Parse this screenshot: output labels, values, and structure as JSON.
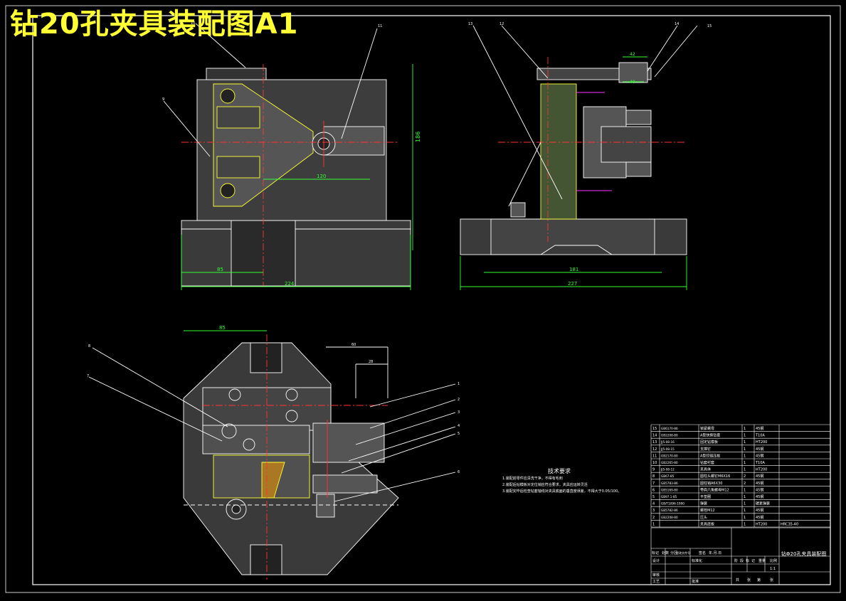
{
  "title": "钻20孔夹具装配图A1",
  "dimensions": {
    "front_height": "186",
    "front_center_dist": "120",
    "front_left": "85",
    "front_width": "224",
    "side_inner": "181",
    "side_width": "227",
    "plan_top": "85",
    "plan_right_a": "60",
    "plan_right_b": "28",
    "side_top_a": "42",
    "side_top_b": "40"
  },
  "balloons": {
    "front": [
      "10",
      "9",
      "11"
    ],
    "side": [
      "13",
      "12",
      "14",
      "15"
    ],
    "plan_left": [
      "8",
      "7"
    ],
    "plan_right": [
      "1",
      "2",
      "3",
      "4",
      "5",
      "6"
    ]
  },
  "tech_notes": {
    "title": "技术要求",
    "lines": [
      "1.装配前零件应清洗干净，不得有毛刺",
      "2.装配后钻模板对定位销应符合要求，夹具应运转灵活",
      "3.装配完毕后检查钻套轴线对夹具底面的垂直度误差，不得大于0.05/100。"
    ]
  },
  "bom": [
    {
      "no": "15",
      "code": "GB6170-86",
      "name": "锁紧螺母",
      "qty": "1",
      "mat": "45钢",
      "note": ""
    },
    {
      "no": "14",
      "code": "GB2208-80",
      "name": "A型快换钻套",
      "qty": "1",
      "mat": "T10A",
      "note": ""
    },
    {
      "no": "13",
      "code": "JJ5-08-16",
      "name": "固定钻模板",
      "qty": "1",
      "mat": "HT200",
      "note": ""
    },
    {
      "no": "12",
      "code": "JJ5-08-15",
      "name": "支撑钉",
      "qty": "1",
      "mat": "45钢",
      "note": ""
    },
    {
      "no": "11",
      "code": "GB2170-80",
      "name": "A型铰链压板",
      "qty": "1",
      "mat": "45钢",
      "note": ""
    },
    {
      "no": "10",
      "code": "GB2265-80",
      "name": "钻套衬套",
      "qty": "1",
      "mat": "T10A",
      "note": ""
    },
    {
      "no": "9",
      "code": "JJ5-08-12",
      "name": "夹具体",
      "qty": "1",
      "mat": "HT200",
      "note": ""
    },
    {
      "no": "8",
      "code": "GB67-85",
      "name": "圆柱头螺钉M6X16",
      "qty": "2",
      "mat": "45钢",
      "note": ""
    },
    {
      "no": "7",
      "code": "GB5783-86",
      "name": "圆柱销A6X30",
      "qty": "2",
      "mat": "45钢",
      "note": ""
    },
    {
      "no": "6",
      "code": "GB5169-80",
      "name": "带肩六角螺母M12",
      "qty": "1",
      "mat": "45钢",
      "note": ""
    },
    {
      "no": "5",
      "code": "GB97.1-85",
      "name": "平垫圈",
      "qty": "1",
      "mat": "45钢",
      "note": ""
    },
    {
      "no": "4",
      "code": "GB/T1096-1990",
      "name": "弹簧",
      "qty": "1",
      "mat": "碳素弹簧",
      "note": ""
    },
    {
      "no": "3",
      "code": "GB5782-86",
      "name": "螺栓M12",
      "qty": "1",
      "mat": "45钢",
      "note": ""
    },
    {
      "no": "2",
      "code": "GB2208-80",
      "name": "压头",
      "qty": "1",
      "mat": "45钢",
      "note": ""
    },
    {
      "no": "1",
      "code": "",
      "name": "夹具底板",
      "qty": "1",
      "mat": "HT200",
      "note": "HRC35-40"
    }
  ],
  "title_block": {
    "drawing_name": "钻Φ20孔夹具装配图",
    "row_labels": [
      "标记",
      "处数",
      "分区",
      "更改文件号",
      "签名",
      "年.月.日"
    ],
    "designer": "设计",
    "standard": "标准化",
    "checker": "审核",
    "process": "工艺",
    "approve": "批准",
    "stage_labels": [
      "阶",
      "段",
      "标",
      "记",
      "重量",
      "比例"
    ],
    "sheet": [
      "共",
      "张",
      "第",
      "张"
    ],
    "scale": "1:1"
  }
}
